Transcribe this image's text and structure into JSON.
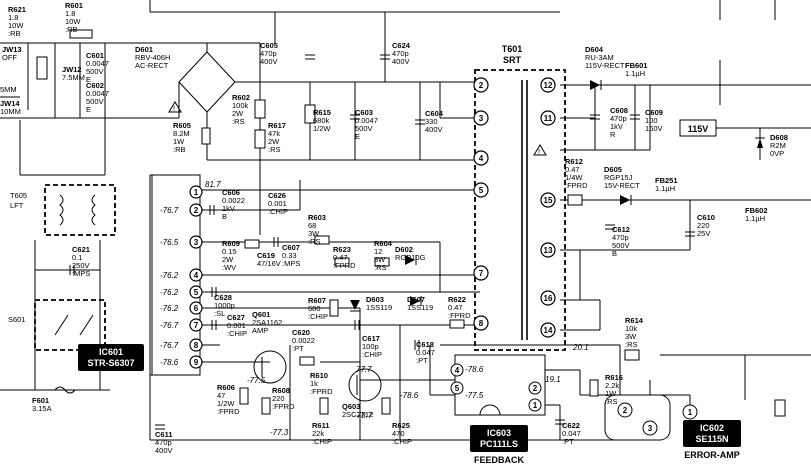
{
  "ic601": {
    "name": "IC601",
    "part": "STR-S6307",
    "pins": [
      "1",
      "2",
      "3",
      "4",
      "5",
      "6",
      "7",
      "8",
      "9"
    ],
    "voltages": [
      "81.7",
      "-76.7",
      "-76.5",
      "-76.2",
      "-76.2",
      "-76.2",
      "-76.7",
      "-76.7",
      "-78.6"
    ]
  },
  "ic602": {
    "name": "IC602",
    "part": "SE115N",
    "caption": "ERROR-AMP",
    "pins": [
      "1",
      "2",
      "3"
    ]
  },
  "ic603": {
    "name": "IC603",
    "part": "PC111LS",
    "caption": "FEEDBACK",
    "pins": [
      "1",
      "2",
      "4",
      "5"
    ],
    "v5": "-78.6",
    "v4": "-77.5",
    "v2": "19.1"
  },
  "t601": {
    "name": "T601",
    "type": "SRT",
    "pins": [
      "2",
      "3",
      "4",
      "5",
      "7",
      "8",
      "12",
      "11",
      "15",
      "13",
      "16",
      "14"
    ]
  },
  "t605": {
    "name": "T605",
    "type": "LFT"
  },
  "parts": {
    "r621": [
      "R621",
      "1.8",
      "10W",
      ":RB"
    ],
    "r601": [
      "R601",
      "1.8",
      "10W",
      ":RB"
    ],
    "jw13": [
      "JW13",
      "OFF"
    ],
    "jw12": [
      "JW12",
      "7.5MM"
    ],
    "jw14": [
      "JW14",
      "10MM"
    ],
    "jw_left": "5MM",
    "c601": [
      "C601",
      "0.0047",
      "500V",
      "E"
    ],
    "c602": [
      "C602",
      "0.0047",
      "500V",
      "E"
    ],
    "d601": [
      "D601",
      "RBV-406H",
      "AC-RECT"
    ],
    "c605": [
      "C605",
      "470p",
      "400V"
    ],
    "c624": [
      "C624",
      "470p",
      "400V"
    ],
    "r602": [
      "R602",
      "100k",
      "2W",
      ":RS"
    ],
    "r605": [
      "R605",
      "8.2M",
      "1W",
      ":RB"
    ],
    "r617": [
      "R617",
      "47k",
      "2W",
      ":RS"
    ],
    "r615": [
      "R615",
      "680k",
      "1/2W"
    ],
    "c603": [
      "C603",
      "0.0047",
      "500V",
      "E"
    ],
    "c604": [
      "C604",
      "330",
      "400V"
    ],
    "c606": [
      "C606",
      "0.0022",
      "1kV",
      "B"
    ],
    "c626": [
      "C626",
      "0.001",
      ":CHIP"
    ],
    "r603": [
      "R603",
      "68",
      "3W",
      ":RS"
    ],
    "r609": [
      "R609",
      "0.15",
      "2W",
      ":WV"
    ],
    "c619": [
      "C619",
      "47/16V"
    ],
    "c607": [
      "C607",
      "0.33",
      ":MPS"
    ],
    "r623": [
      "R623",
      "0.47",
      ":FPRD"
    ],
    "r604": [
      "R604",
      "12",
      "3W",
      ":RS"
    ],
    "d602": [
      "D602",
      "RGP10G"
    ],
    "c628": [
      "C628",
      "1000p",
      ":SL"
    ],
    "c627": [
      "C627",
      "0.001",
      ":CHIP"
    ],
    "r607": [
      "R607",
      "680",
      ":CHIP"
    ],
    "d603": [
      "D603",
      "1SS119"
    ],
    "d607": [
      "D607",
      "1SS119"
    ],
    "r622": [
      "R622",
      "0.47",
      ":FPRD"
    ],
    "q601": [
      "Q601",
      "2SA1162",
      "AMP"
    ],
    "c620": [
      "C620",
      "0.0022",
      ":PT"
    ],
    "c617": [
      "C617",
      "100p",
      ":CHIP"
    ],
    "c618": [
      "C618",
      "0.047",
      ":PT"
    ],
    "r610": [
      "R610",
      "1k",
      ":FPRD"
    ],
    "r606": [
      "R606",
      "47",
      "1/2W",
      ":FPRD"
    ],
    "r608": [
      "R608",
      "220",
      ":FPRD"
    ],
    "r611": [
      "R611",
      "22k",
      ":CHIP"
    ],
    "q603": [
      "Q603",
      "2SC2712"
    ],
    "r625": [
      "R625",
      "470",
      ":CHIP"
    ],
    "c611": [
      "C611",
      "470p",
      "400V"
    ],
    "c621": [
      "C621",
      "0.1",
      "250V",
      ":MPS"
    ],
    "s601": "S601",
    "f601": [
      "F601",
      "3.15A"
    ],
    "d604": [
      "D604",
      "RU-3AM",
      "115V-RECT"
    ],
    "fb601": [
      "FB601",
      "1.1µH"
    ],
    "c608": [
      "C608",
      "470p",
      "1kV",
      "R"
    ],
    "c609": [
      "C609",
      "100",
      "160V"
    ],
    "d608": [
      "D608",
      "R2M",
      "0VP"
    ],
    "v115": "115V",
    "r612": [
      "R612",
      "0.47",
      "1/4W",
      ":FPRD"
    ],
    "d605": [
      "D605",
      "RGP15J",
      "15V-RECT"
    ],
    "fb251": [
      "FB251",
      "1.1µH"
    ],
    "c612": [
      "C612",
      "470p",
      "500V",
      "B"
    ],
    "c610": [
      "C610",
      "220",
      "25V"
    ],
    "fb602": [
      "FB602",
      "1.1µH"
    ],
    "r614": [
      "R614",
      "10k",
      "3W",
      ":RS"
    ],
    "r616": [
      "R616",
      "2.2k",
      "1W",
      ":RS"
    ],
    "c622": [
      "C622",
      "0.047",
      ":PT"
    ],
    "v201": "20.1",
    "vq601": "-77.5",
    "vq601e": "-77.3",
    "vq603": "77.7",
    "vq603b": "-78.7",
    "vq603e": "-78.6"
  }
}
